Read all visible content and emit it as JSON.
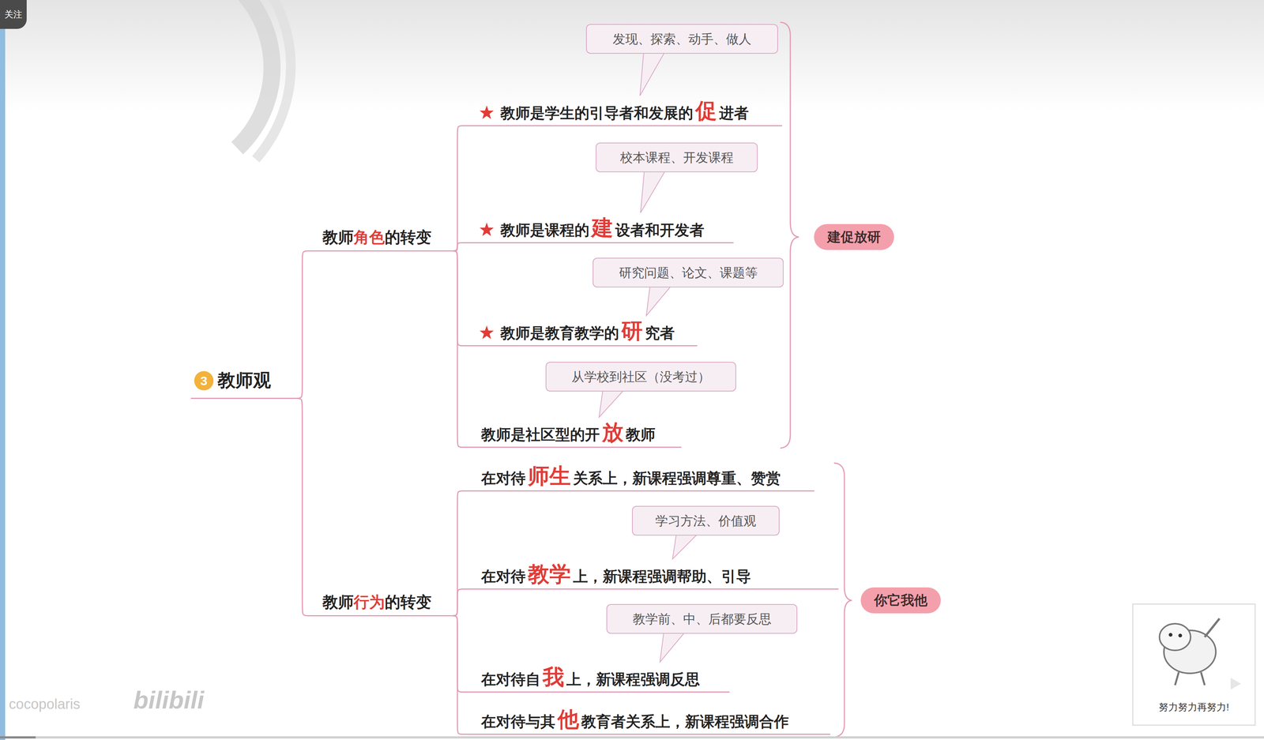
{
  "diagram": {
    "nodes": [
      {
        "text": [
          "教师观"
        ]
      },
      {
        "text": [
          "教师",
          "角色",
          "的转变"
        ]
      },
      {
        "text": [
          "发现、探索、动手、做人"
        ]
      },
      {
        "text": [
          "教师是学生的引导者和发展的",
          "促",
          "进者"
        ]
      },
      {
        "text": [
          "校本课程、开发课程"
        ]
      },
      {
        "text": [
          "教师是课程的",
          "建",
          "设者和开发者"
        ]
      },
      {
        "text": [
          "研究问题、论文、课题等"
        ]
      },
      {
        "text": [
          "教师是教育教学的",
          "研",
          "究者"
        ]
      },
      {
        "text": [
          "从学校到社区（没考过）"
        ]
      },
      {
        "text": [
          "教师是社区型的开",
          "放",
          "教师"
        ]
      },
      {
        "text": [
          "建促放研"
        ]
      },
      {
        "text": [
          "教师",
          "行为",
          "的转变"
        ]
      },
      {
        "text": [
          "在对待",
          "师生",
          "关系上，新课程强调尊重、赞赏"
        ]
      },
      {
        "text": [
          "学习方法、价值观"
        ]
      },
      {
        "text": [
          "在对待",
          "教学",
          "上，新课程强调帮助、引导"
        ]
      },
      {
        "text": [
          "教学前、中、后都要反思"
        ]
      },
      {
        "text": [
          "在对待自",
          "我",
          "上，新课程强调反思"
        ]
      },
      {
        "text": [
          "在对待与其",
          "他",
          "教育者关系上，新课程强调合作"
        ]
      },
      {
        "text": [
          "你它我他"
        ]
      }
    ],
    "edges": [
      {
        "from": 0,
        "to": 1,
        "arrow": "none"
      },
      {
        "from": 1,
        "to": 3,
        "arrow": "none"
      },
      {
        "from": 1,
        "to": 5,
        "arrow": "none"
      },
      {
        "from": 1,
        "to": 7,
        "arrow": "none"
      },
      {
        "from": 1,
        "to": 9,
        "arrow": "none"
      },
      {
        "from": 0,
        "to": 11,
        "arrow": "none"
      },
      {
        "from": 11,
        "to": 12,
        "arrow": "none"
      },
      {
        "from": 11,
        "to": 14,
        "arrow": "none"
      },
      {
        "from": 11,
        "to": 16,
        "arrow": "none"
      },
      {
        "from": 11,
        "to": 17,
        "arrow": "none"
      }
    ],
    "labels": [
      "关注",
      "Coco polaris",
      "3",
      "cocopolaris",
      "bilibili",
      "努力努力再努力!"
    ]
  }
}
